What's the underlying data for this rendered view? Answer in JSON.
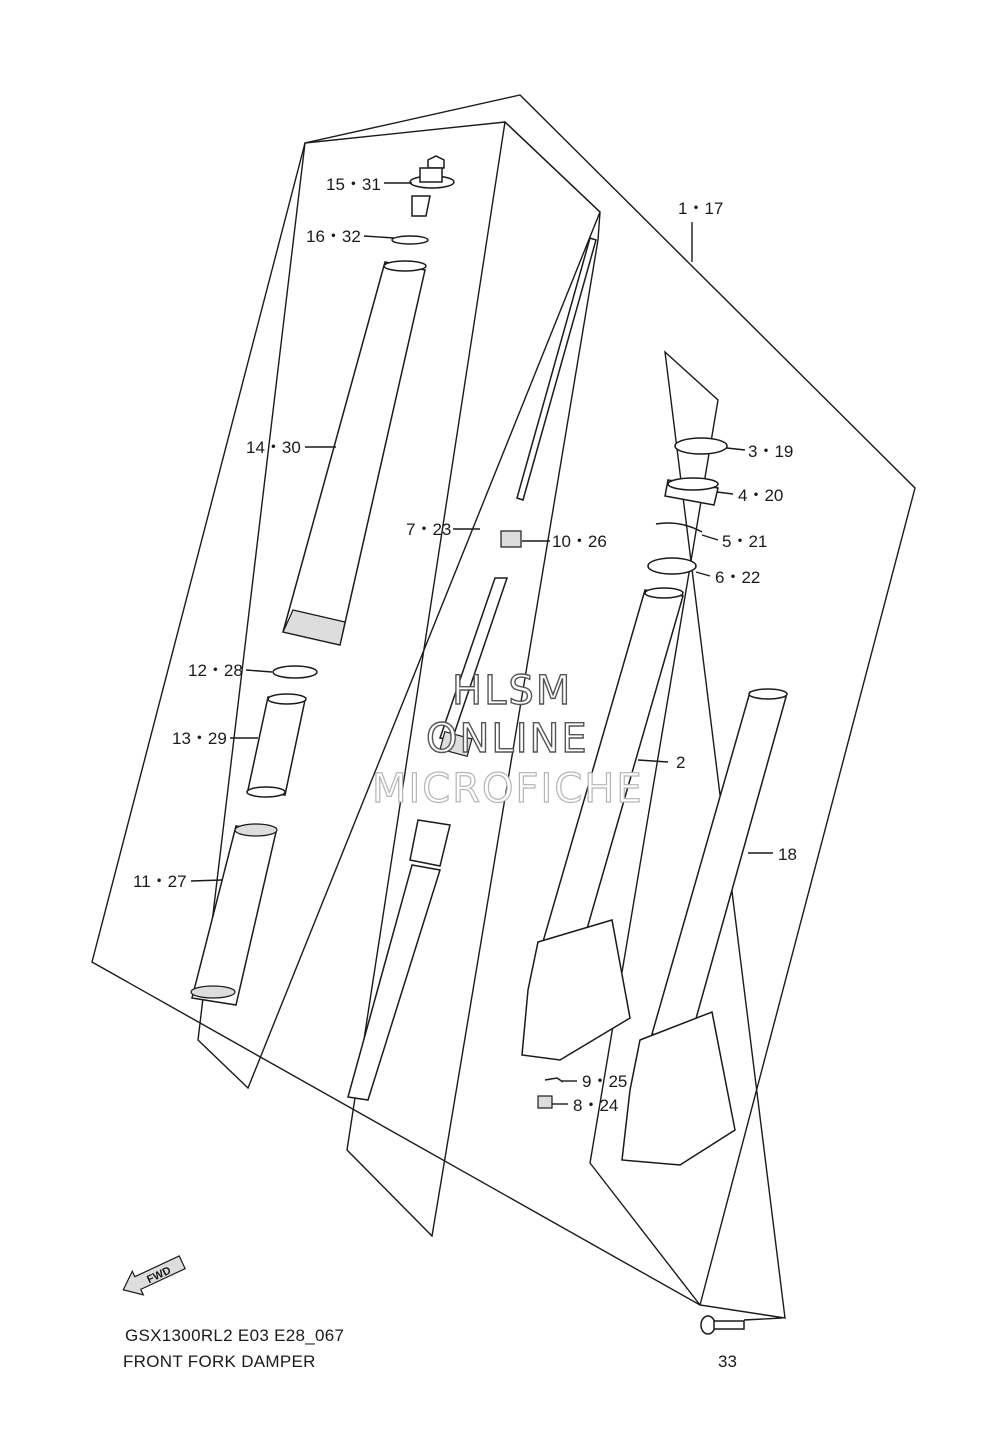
{
  "diagram": {
    "code": "GSX1300RL2 E03 E28_067",
    "title": "FRONT FORK DAMPER",
    "fwd_label": "FWD",
    "watermark": [
      "HLSM",
      "ONLINE",
      "MICROFICHE"
    ],
    "callouts": {
      "c1_17": "1・17",
      "c2": "2",
      "c3_19": "3・19",
      "c4_20": "4・20",
      "c5_21": "5・21",
      "c6_22": "6・22",
      "c7_23": "7・23",
      "c8_24": "8・24",
      "c9_25": "9・25",
      "c10_26": "10・26",
      "c11_27": "11・27",
      "c12_28": "12・28",
      "c13_29": "13・29",
      "c14_30": "14・30",
      "c15_31": "15・31",
      "c16_32": "16・32",
      "c18": "18",
      "c33": "33"
    }
  }
}
